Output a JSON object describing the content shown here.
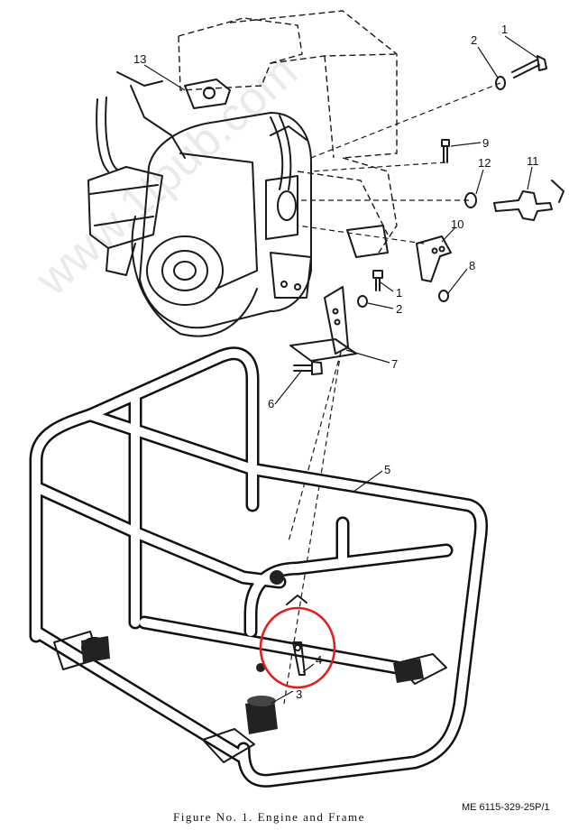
{
  "caption": "Figure No. 1. Engine and Frame",
  "reference": "ME 6115-329-25P/1",
  "watermark": "www.1tpub.com",
  "callouts": [
    {
      "id": "c1a",
      "label": "1"
    },
    {
      "id": "c2a",
      "label": "2"
    },
    {
      "id": "c9",
      "label": "9"
    },
    {
      "id": "c12",
      "label": "12"
    },
    {
      "id": "c11",
      "label": "11"
    },
    {
      "id": "c10",
      "label": "10"
    },
    {
      "id": "c8",
      "label": "8"
    },
    {
      "id": "c1b",
      "label": "1"
    },
    {
      "id": "c2b",
      "label": "2"
    },
    {
      "id": "c7",
      "label": "7"
    },
    {
      "id": "c6",
      "label": "6"
    },
    {
      "id": "c5",
      "label": "5"
    },
    {
      "id": "c4",
      "label": "4"
    },
    {
      "id": "c3",
      "label": "3"
    },
    {
      "id": "c13",
      "label": "13"
    }
  ],
  "highlight": {
    "color": "#e02020",
    "target_label": "4"
  }
}
